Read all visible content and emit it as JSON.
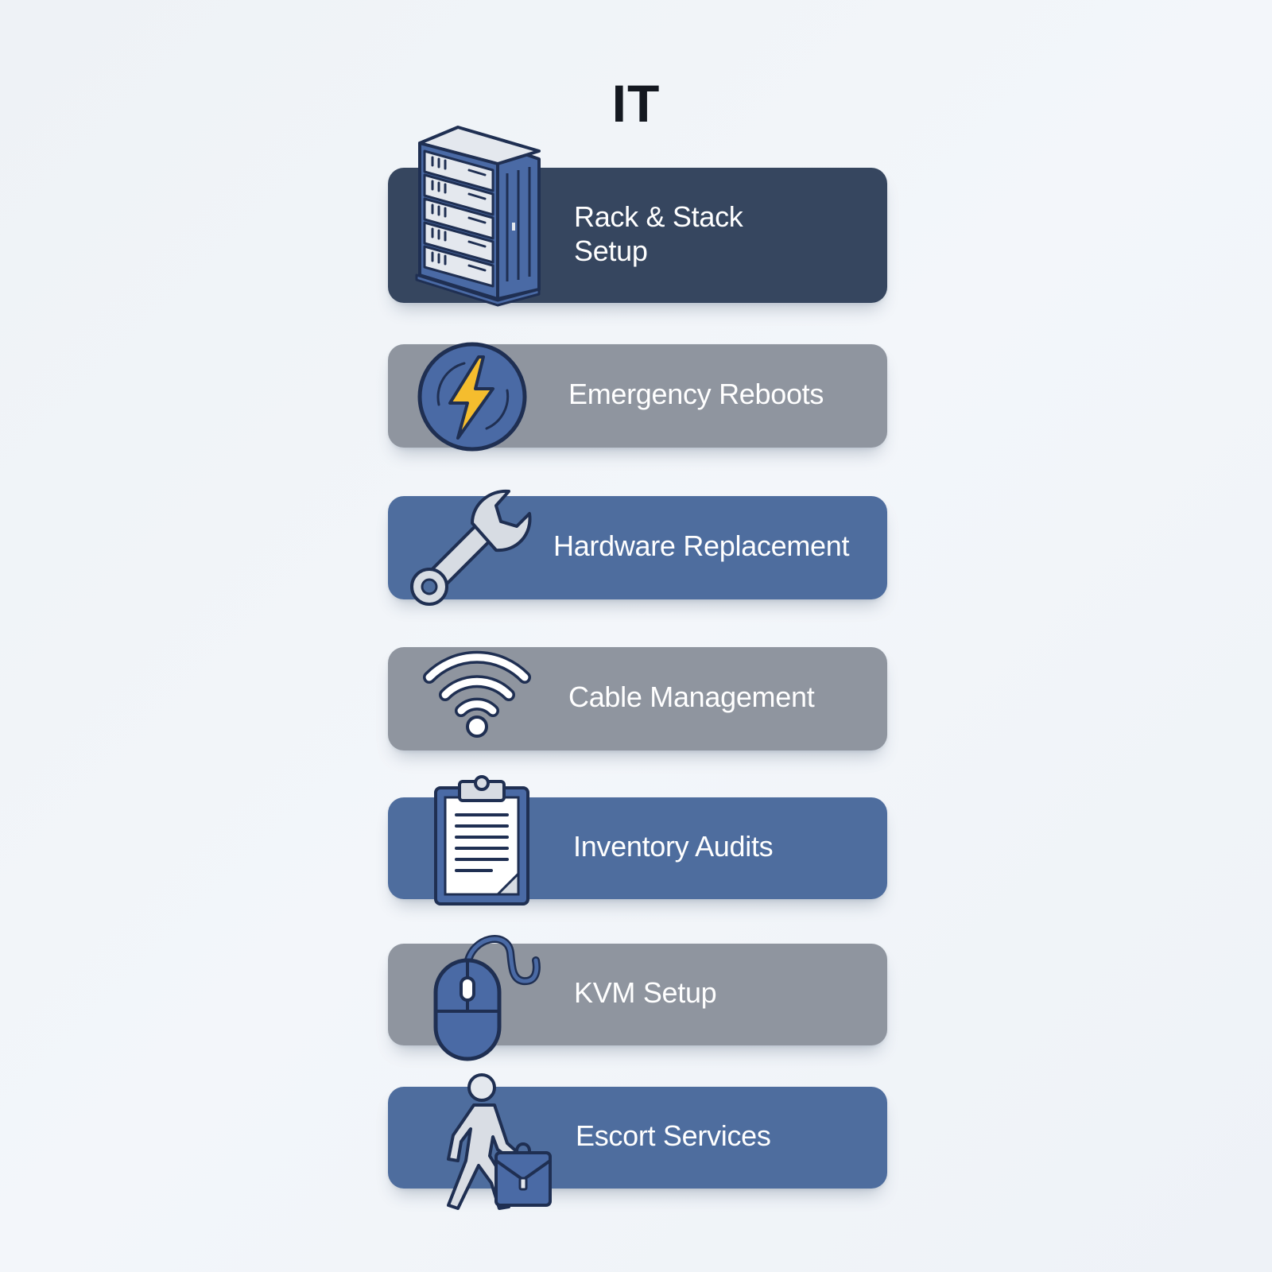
{
  "page": {
    "title": "IT"
  },
  "items": [
    {
      "label_line1": "Rack & Stack",
      "label_line2": "Setup",
      "icon": "server-rack-icon",
      "color": "#36465f"
    },
    {
      "label": "Emergency Reboots",
      "icon": "lightning-bolt-icon",
      "color": "#8f959f"
    },
    {
      "label": "Hardware Replacement",
      "icon": "wrench-icon",
      "color": "#4e6d9e"
    },
    {
      "label": "Cable Management",
      "icon": "wifi-signal-icon",
      "color": "#8f959f"
    },
    {
      "label": "Inventory Audits",
      "icon": "clipboard-icon",
      "color": "#4e6d9e"
    },
    {
      "label": "KVM Setup",
      "icon": "mouse-icon",
      "color": "#8f959f"
    },
    {
      "label": "Escort Services",
      "icon": "walking-person-briefcase-icon",
      "color": "#4e6d9e"
    }
  ],
  "colors": {
    "background": "#f0f3f7",
    "title": "#141820",
    "icon_blue": "#4a6aa5",
    "icon_outline": "#1f2f52",
    "bolt_yellow": "#f5bd2e",
    "icon_light": "#dfe3ea"
  }
}
